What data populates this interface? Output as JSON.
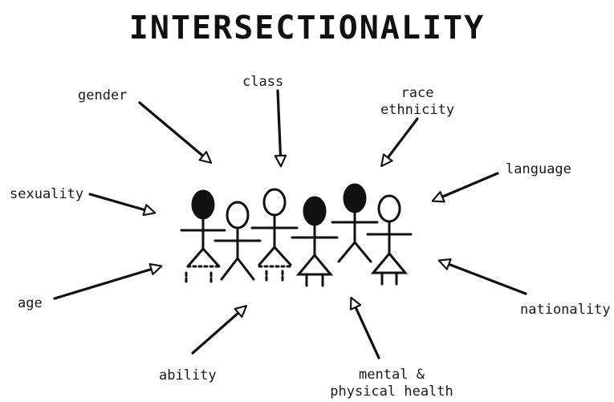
{
  "title": "INTERSECTIONALITY",
  "labels": {
    "gender": "gender",
    "class": "class",
    "race": "race",
    "ethnicity": "ethnicity",
    "language": "language",
    "sexuality": "sexuality",
    "age": "age",
    "nationality": "nationality",
    "ability": "ability",
    "mental": "mental &",
    "physical_health": "physical health"
  },
  "colors": {
    "ink": "#111111",
    "background": "#ffffff"
  }
}
